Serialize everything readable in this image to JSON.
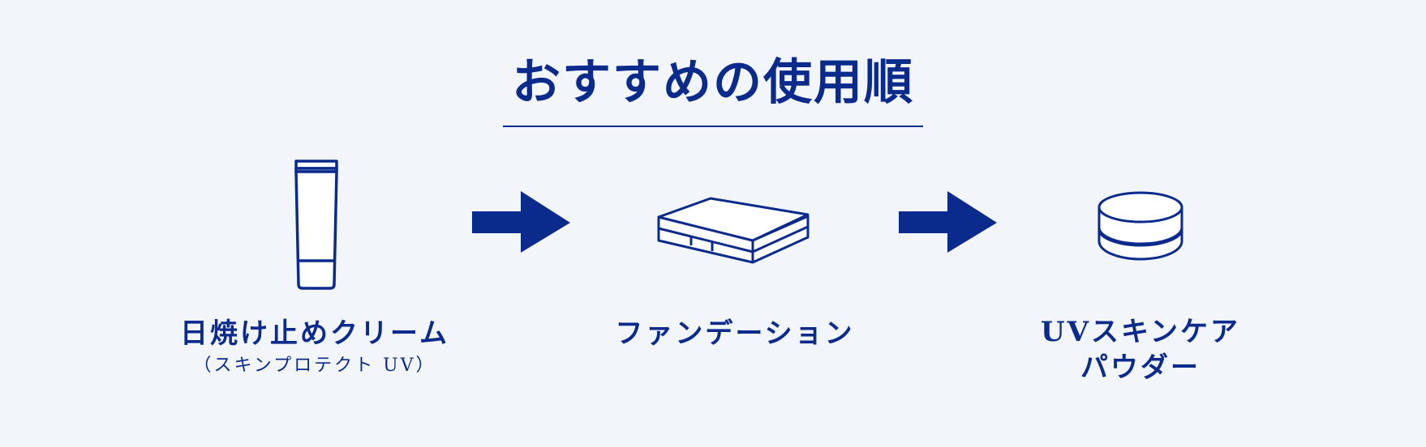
{
  "title": "おすすめの使用順",
  "steps": [
    {
      "name": "日焼け止めクリーム",
      "sub": "（スキンプロテクト UV）",
      "icon": "tube-icon"
    },
    {
      "name": "ファンデーション",
      "icon": "compact-case-icon"
    },
    {
      "name_line1": "UVスキンケア",
      "name_line2": "パウダー",
      "icon": "powder-jar-icon"
    }
  ],
  "colors": {
    "accent": "#0b2b8c",
    "background": "#f2f5f9",
    "icon_fill": "#ffffff"
  }
}
